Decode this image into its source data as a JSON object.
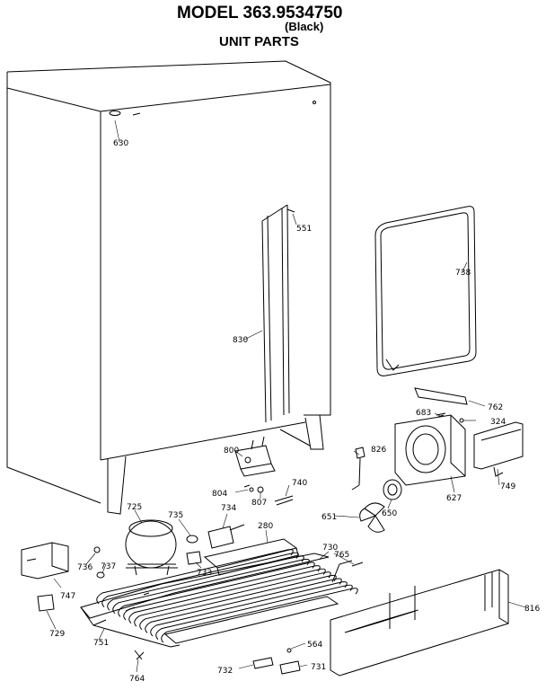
{
  "header": {
    "title": "MODEL 363.9534750",
    "subtitle": "(Black)",
    "section": "UNIT PARTS"
  },
  "parts": {
    "p630": "630",
    "p551": "551",
    "p738": "738",
    "p830": "830",
    "p762": "762",
    "p683": "683",
    "p324": "324",
    "p800": "800",
    "p826": "826",
    "p749": "749",
    "p740": "740",
    "p804": "804",
    "p807": "807",
    "p627": "627",
    "p725": "725",
    "p735": "735",
    "p734": "734",
    "p651": "651",
    "p650": "650",
    "p280": "280",
    "p730": "730",
    "p765": "765",
    "p736": "736",
    "p737": "737",
    "p733": "733",
    "p747": "747",
    "p816": "816",
    "p729": "729",
    "p751": "751",
    "p564": "564",
    "p732": "732",
    "p731": "731",
    "p764": "764"
  }
}
